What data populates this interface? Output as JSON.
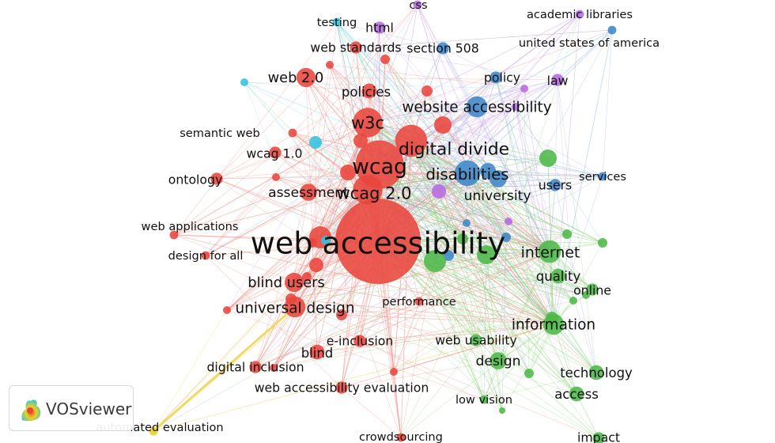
{
  "app": {
    "name": "VOSviewer",
    "logo_icon": "vosviewer-logo-icon"
  },
  "network": {
    "clusters": {
      "red": {
        "node": "#e8453c",
        "edge": "#f28b82"
      },
      "green": {
        "node": "#4cb848",
        "edge": "#8fd47f"
      },
      "blue": {
        "node": "#3f86c8",
        "edge": "#8fb5de"
      },
      "purple": {
        "node": "#b56be0",
        "edge": "#d2a6ef"
      },
      "cyan": {
        "node": "#35c3dd",
        "edge": "#8ddbea"
      },
      "yellow": {
        "node": "#e8d21e",
        "edge": "#f0d24a"
      }
    },
    "nodes": [
      {
        "id": "web accessibility",
        "label": "web accessibility",
        "cluster": "red",
        "weight": 1.0
      },
      {
        "id": "wcag",
        "label": "wcag",
        "cluster": "red",
        "weight": 0.32
      },
      {
        "id": "wcag 2.0",
        "label": "wcag 2.0",
        "cluster": "red",
        "weight": 0.12
      },
      {
        "id": "w3c",
        "label": "w3c",
        "cluster": "red",
        "weight": 0.12
      },
      {
        "id": "web 2.0",
        "label": "web 2.0",
        "cluster": "red",
        "weight": 0.05
      },
      {
        "id": "digital divide",
        "label": "digital divide",
        "cluster": "red",
        "weight": 0.14
      },
      {
        "id": "policies",
        "label": "policies",
        "cluster": "red",
        "weight": 0.03
      },
      {
        "id": "web standards",
        "label": "web standards",
        "cluster": "red",
        "weight": 0.02
      },
      {
        "id": "semantic web",
        "label": "semantic web",
        "cluster": "red",
        "weight": 0.01
      },
      {
        "id": "wcag 1.0",
        "label": "wcag 1.0",
        "cluster": "red",
        "weight": 0.02
      },
      {
        "id": "ontology",
        "label": "ontology",
        "cluster": "red",
        "weight": 0.02
      },
      {
        "id": "assessment",
        "label": "assessment",
        "cluster": "red",
        "weight": 0.04
      },
      {
        "id": "web applications",
        "label": "web applications",
        "cluster": "red",
        "weight": 0.01
      },
      {
        "id": "design for all",
        "label": "design for all",
        "cluster": "red",
        "weight": 0.01
      },
      {
        "id": "blind users",
        "label": "blind users",
        "cluster": "red",
        "weight": 0.05
      },
      {
        "id": "universal design",
        "label": "universal design",
        "cluster": "red",
        "weight": 0.06
      },
      {
        "id": "performance",
        "label": "performance",
        "cluster": "red",
        "weight": 0.01
      },
      {
        "id": "blind",
        "label": "blind",
        "cluster": "red",
        "weight": 0.03
      },
      {
        "id": "e-inclusion",
        "label": "e-inclusion",
        "cluster": "red",
        "weight": 0.02
      },
      {
        "id": "digital inclusion",
        "label": "digital inclusion",
        "cluster": "red",
        "weight": 0.02
      },
      {
        "id": "web accessibility evaluation",
        "label": "web accessibility evaluation",
        "cluster": "red",
        "weight": 0.02
      },
      {
        "id": "crowdsourcing",
        "label": "crowdsourcing",
        "cluster": "red",
        "weight": 0.01
      },
      {
        "id": "website accessibility",
        "label": "website accessibility",
        "cluster": "blue",
        "weight": 0.06
      },
      {
        "id": "section 508",
        "label": "section 508",
        "cluster": "blue",
        "weight": 0.02
      },
      {
        "id": "policy",
        "label": "policy",
        "cluster": "blue",
        "weight": 0.02
      },
      {
        "id": "disabilities",
        "label": "disabilities",
        "cluster": "blue",
        "weight": 0.09
      },
      {
        "id": "university",
        "label": "university",
        "cluster": "blue",
        "weight": 0.04
      },
      {
        "id": "united states of america",
        "label": "united states of america",
        "cluster": "blue",
        "weight": 0.01
      },
      {
        "id": "services",
        "label": "services",
        "cluster": "blue",
        "weight": 0.01
      },
      {
        "id": "users",
        "label": "users",
        "cluster": "blue",
        "weight": 0.02
      },
      {
        "id": "css",
        "label": "css",
        "cluster": "purple",
        "weight": 0.01
      },
      {
        "id": "html",
        "label": "html",
        "cluster": "purple",
        "weight": 0.02
      },
      {
        "id": "academic libraries",
        "label": "academic libraries",
        "cluster": "purple",
        "weight": 0.01
      },
      {
        "id": "law",
        "label": "law",
        "cluster": "purple",
        "weight": 0.02
      },
      {
        "id": "testing",
        "label": "testing",
        "cluster": "cyan",
        "weight": 0.01
      },
      {
        "id": "internet",
        "label": "internet",
        "cluster": "green",
        "weight": 0.07
      },
      {
        "id": "quality",
        "label": "quality",
        "cluster": "green",
        "weight": 0.03
      },
      {
        "id": "online",
        "label": "online",
        "cluster": "green",
        "weight": 0.02
      },
      {
        "id": "information",
        "label": "information",
        "cluster": "green",
        "weight": 0.06
      },
      {
        "id": "web usability",
        "label": "web usability",
        "cluster": "green",
        "weight": 0.02
      },
      {
        "id": "design",
        "label": "design",
        "cluster": "green",
        "weight": 0.04
      },
      {
        "id": "technology",
        "label": "technology",
        "cluster": "green",
        "weight": 0.03
      },
      {
        "id": "access",
        "label": "access",
        "cluster": "green",
        "weight": 0.03
      },
      {
        "id": "low vision",
        "label": "low vision",
        "cluster": "green",
        "weight": 0.01
      },
      {
        "id": "impact",
        "label": "impact",
        "cluster": "green",
        "weight": 0.02
      },
      {
        "id": "automated evaluation",
        "label": "automated evaluation",
        "cluster": "yellow",
        "weight": 0.01
      }
    ]
  }
}
